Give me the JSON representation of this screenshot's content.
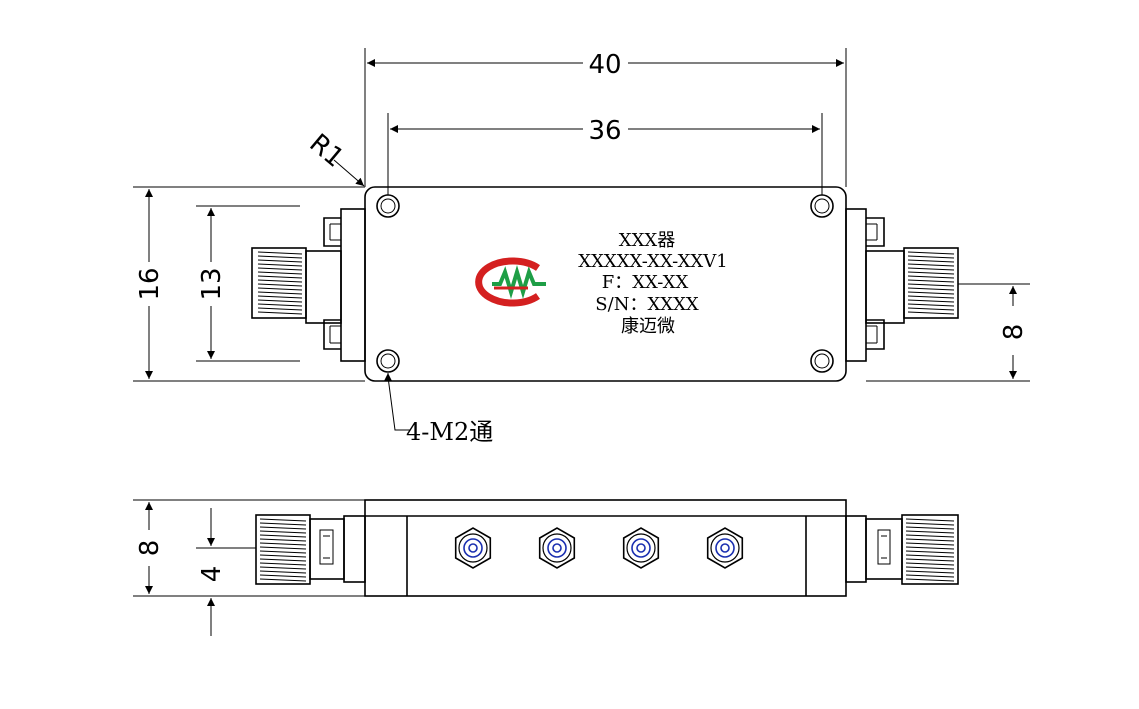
{
  "dimensions": {
    "overall_length": "40",
    "hole_spacing_x": "36",
    "overall_height": "16",
    "hole_spacing_y": "13",
    "connector_offset": "8",
    "side_height": "8",
    "side_center": "4",
    "corner_radius": "R1",
    "mounting_holes": "4-M2通"
  },
  "label": {
    "line1": "XXX器",
    "line2": "XXXXX-XX-XXV1",
    "line3": "F：XX-XX",
    "line4": "S/N：XXXX",
    "line5": "康迈微"
  },
  "logo": {
    "name": "cmw-logo",
    "red": "#d42020",
    "green": "#1e9e46"
  },
  "colors": {
    "line": "#000000",
    "screw": "#1a2fb0"
  }
}
